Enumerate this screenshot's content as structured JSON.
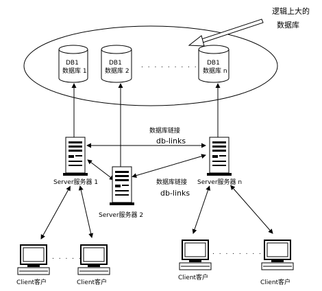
{
  "callout": {
    "line1": "逻辑上大的",
    "line2": "数据库"
  },
  "databases": [
    {
      "name": "DB1",
      "sub": "数据库 1"
    },
    {
      "name": "DB1",
      "sub": "数据库 2"
    },
    {
      "name": "DB1",
      "sub": "数据库 n"
    }
  ],
  "db_ellipsis": ". . . . . . . . . . .",
  "links": {
    "top_label_cn": "数据库链接",
    "top_label_en": "db-links",
    "mid_label_cn": "数据库链接",
    "mid_label_en": "db-links"
  },
  "servers": [
    {
      "label": "Server服务器 1"
    },
    {
      "label": "Server服务器 2"
    },
    {
      "label": "Server服务器 n"
    }
  ],
  "clients": [
    {
      "label": "Client客户"
    },
    {
      "label": "Client客户"
    },
    {
      "label": "Client客户"
    },
    {
      "label": "Client客户"
    }
  ],
  "client_ellipsis_left": ". . . . . . .",
  "client_ellipsis_right": ". . . . . . . . . ."
}
